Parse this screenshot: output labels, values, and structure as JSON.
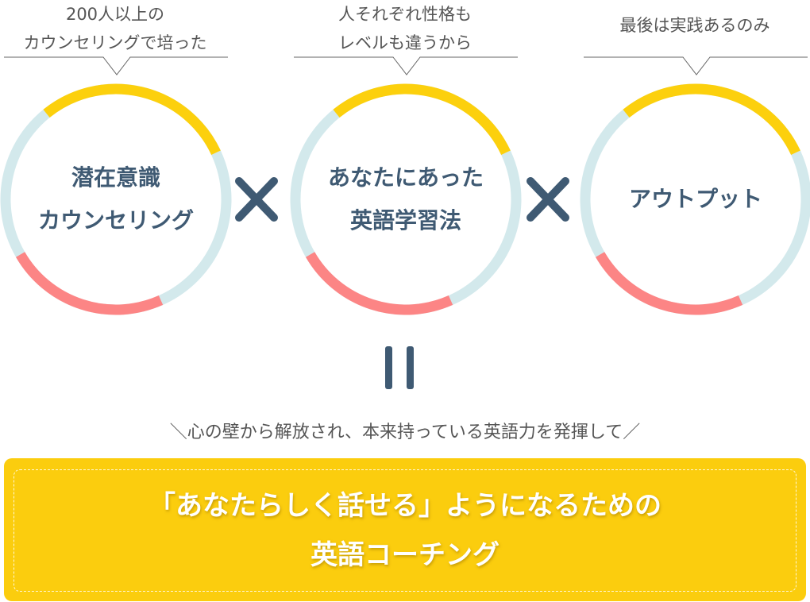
{
  "colors": {
    "yellow": "#fcd00d",
    "light_blue": "#d3e9ec",
    "pink": "#fc8585",
    "navy": "#3f5a73",
    "banner": "#fbcd0e"
  },
  "pillars": [
    {
      "callout": [
        "200人以上の",
        "カウンセリングで培った"
      ],
      "label": [
        "潜在意識",
        "カウンセリング"
      ]
    },
    {
      "callout": [
        "人それぞれ性格も",
        "レベルも違うから"
      ],
      "label": [
        "あなたにあった",
        "英語学習法"
      ]
    },
    {
      "callout": [
        "最後は実践あるのみ"
      ],
      "label": [
        "アウトプット"
      ]
    }
  ],
  "operators": {
    "times_icon": "multiply-icon",
    "equals_icon": "equals-icon"
  },
  "subtitle": "＼心の壁から解放され、本来持っている英語力を発揮して／",
  "banner": {
    "line1": "「あなたらしく話せる」ようになるための",
    "line2": "英語コーチング"
  }
}
